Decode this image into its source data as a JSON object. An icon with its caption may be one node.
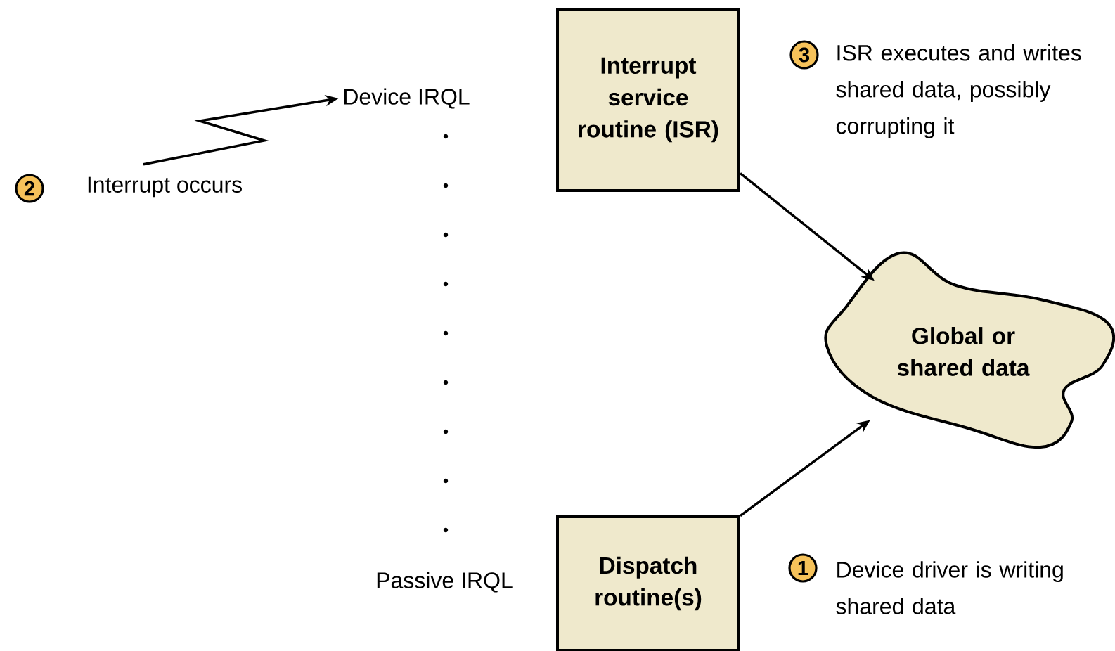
{
  "diagram": {
    "nodes": [
      {
        "text": [
          "Interrupt occurs"
        ],
        "beside": [
          "2"
        ]
      },
      {
        "text": [
          "Device IRQL"
        ]
      },
      {
        "text": [
          "Passive IRQL"
        ]
      },
      {
        "text": [
          "Interrupt service routine (ISR)"
        ]
      },
      {
        "text": [
          "Global or shared data"
        ]
      },
      {
        "text": [
          "Dispatch routine(s)"
        ]
      }
    ],
    "edges": [
      {
        "from": 0,
        "to": 1,
        "arrow": "to"
      },
      {
        "from": 3,
        "to": 4,
        "arrow": "to"
      },
      {
        "from": 5,
        "to": 4,
        "arrow": "to"
      }
    ],
    "labels": [
      "3",
      "ISR executes and writes shared data, possibly corrupting it",
      "1",
      "Device driver is writing shared data"
    ]
  }
}
